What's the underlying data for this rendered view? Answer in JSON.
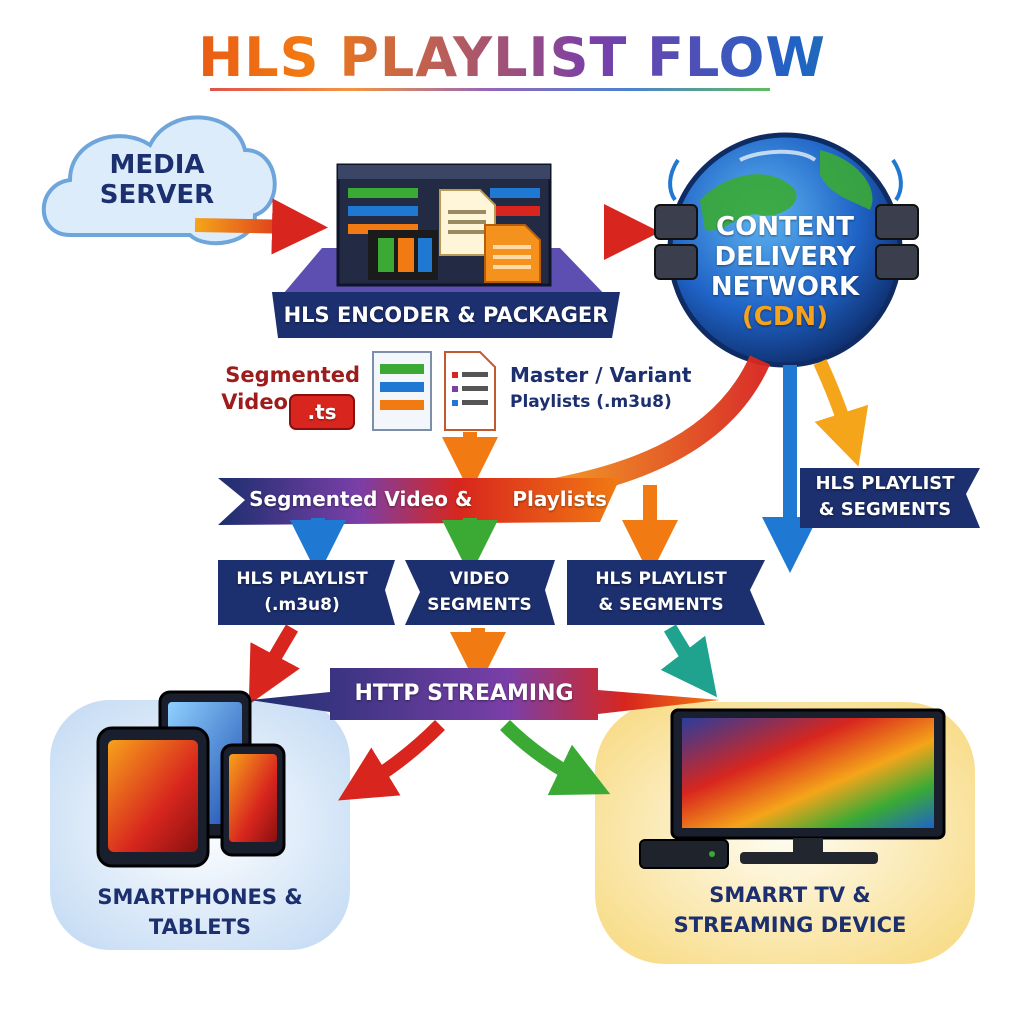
{
  "title": "HLS PLAYLIST FLOW",
  "nodes": {
    "media_server": [
      "MEDIA",
      "SERVER"
    ],
    "encoder": "HLS ENCODER & PACKAGER",
    "cdn": [
      "CONTENT",
      "DELIVERY",
      "NETWORK",
      "(CDN)"
    ],
    "segmented_video": [
      "Segmented",
      "Video"
    ],
    "ts_badge": ".ts",
    "master_playlists": [
      "Master / Variant",
      "Playlists (.m3u8)"
    ],
    "banner_segmented": [
      "Segmented Video &",
      "Playlists"
    ],
    "cdn_output": [
      "HLS PLAYLIST",
      "& SEGMENTS"
    ],
    "hls_playlist": [
      "HLS PLAYLIST",
      "(.m3u8)"
    ],
    "video_segments": [
      "VIDEO",
      "SEGMENTS"
    ],
    "hls_playlist_segments": [
      "HLS PLAYLIST",
      "& SEGMENTS"
    ],
    "http_streaming": "HTTP STREAMING",
    "smartphones": [
      "SMARTPHONES &",
      "TABLETS"
    ],
    "smart_tv": [
      "SMARRT TV &",
      "STREAMING DEVICE"
    ]
  },
  "colors": {
    "navy": "#1c2f6e",
    "orange": "#f27a12",
    "red": "#d8261e",
    "blue": "#1f63c6",
    "green": "#3aaa35",
    "cdn_label": "#f7a21b"
  },
  "icons": [
    "cloud-icon",
    "server-rack-icon",
    "globe-icon",
    "document-icon",
    "film-strip-icon",
    "smartphone-icon",
    "tablet-icon",
    "television-icon",
    "set-top-box-icon"
  ]
}
